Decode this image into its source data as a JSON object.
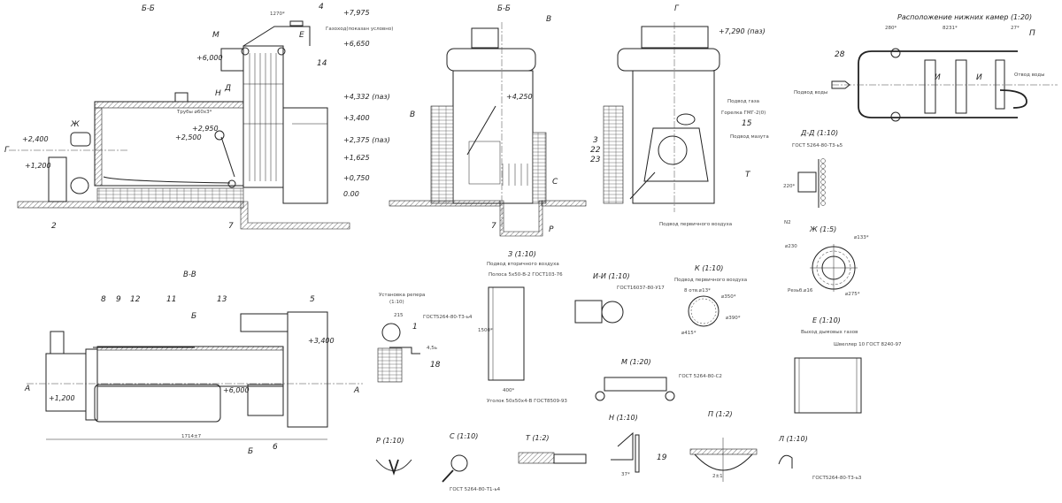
{
  "views": {
    "section_bb_side": {
      "title": "Б-Б",
      "elevations": [
        "+7,975",
        "+6,650",
        "+4,332 (паз)",
        "+3,400",
        "+2,375 (паз)",
        "+1,625",
        "+0,750",
        "0.00"
      ],
      "left_marks": [
        "+6,000",
        "+2,400",
        "+1,200",
        "+2,950",
        "+2,500"
      ],
      "callouts": [
        "М",
        "4",
        "14",
        "Н",
        "Д",
        "Ж",
        "Г",
        "2",
        "7",
        "Е"
      ],
      "flue_note": "Газоход(показан условно)",
      "pipe_note": "Трубы ⌀60х3*",
      "dim_top": "1270*"
    },
    "section_bb_front": {
      "title": "Б-Б",
      "elevation": "+4,250",
      "callouts": [
        "В",
        "В",
        "С",
        "7",
        "Р"
      ]
    },
    "view_g": {
      "title": "Г",
      "elevation": "+7,290 (паз)",
      "notes": [
        "Подвод газа",
        "Горелка ГМГ-2(0)",
        "Подвод мазута",
        "Подвод первичного воздуха"
      ],
      "callouts": [
        "15",
        "3",
        "22",
        "23",
        "Т"
      ]
    },
    "lower_chambers": {
      "title": "Расположение нижних камер (1:20)",
      "callouts": [
        "28",
        "П",
        "И",
        "И"
      ],
      "inlet": "Подвод воды",
      "outlet": "Отвод воды",
      "dims": [
        "280*",
        "8231*",
        "27*"
      ]
    },
    "detail_dd": {
      "title": "Д-Д (1:10)",
      "note": "ГОСТ 5264-80-Т3-ь5",
      "dims": [
        "220*",
        "N2"
      ]
    },
    "detail_zh": {
      "title": "Ж (1:5)",
      "dims": [
        "⌀230",
        "⌀133*",
        "⌀275*",
        "Резьб.⌀16"
      ]
    },
    "detail_e": {
      "title": "Е (1:10)",
      "subtitle": "Выход дымовых газов",
      "note": "Швеллер 10 ГОСТ 8240-97"
    },
    "section_vv": {
      "title": "В-В",
      "callouts": [
        "8",
        "9",
        "12",
        "11",
        "13",
        "5",
        "6"
      ],
      "section_marks": [
        "Б",
        "Б",
        "А",
        "А"
      ],
      "elevations": [
        "+1,200",
        "+6,000",
        "+3,400"
      ],
      "dim_total": "1714±7"
    },
    "benchmark": {
      "title": "Установка репера",
      "scale": "(1:10)",
      "note": "ГОСТ5264-80-Т3-ь4",
      "callouts": [
        "1",
        "18"
      ],
      "dims": [
        "215",
        "4,5ь"
      ]
    },
    "detail_z": {
      "title": "З (1:10)",
      "subtitle": "Подвод вторичного воздуха",
      "note_top": "Полоса 5х50-В-2 ГОСТ103-76",
      "note_bottom": "Уголок 50х50х4-В ГОСТ8509-93",
      "dims": [
        "400*",
        "1500*"
      ]
    },
    "detail_ii": {
      "title": "И-И (1:10)",
      "note": "ГОСТ16037-80-У17"
    },
    "detail_k": {
      "title": "К (1:10)",
      "subtitle": "Подвод первичного воздуха",
      "note": "8 отв.⌀13*",
      "dims": [
        "⌀350*",
        "⌀390*",
        "⌀415*"
      ]
    },
    "detail_m": {
      "title": "М (1:20)",
      "note": "ГОСТ 5264-80-С2"
    },
    "detail_r": {
      "title": "Р (1:10)"
    },
    "detail_s": {
      "title": "С (1:10)",
      "note": "ГОСТ 5264-80-Т1-ь4"
    },
    "detail_t": {
      "title": "Т (1:2)"
    },
    "detail_n": {
      "title": "Н (1:10)",
      "callout": "19",
      "dim": "37*"
    },
    "detail_p": {
      "title": "П (1:2)",
      "dims": [
        "2±1"
      ]
    },
    "detail_l": {
      "title": "Л (1:10)",
      "note": "ГОСТ5264-80-Т3-ь3"
    }
  }
}
